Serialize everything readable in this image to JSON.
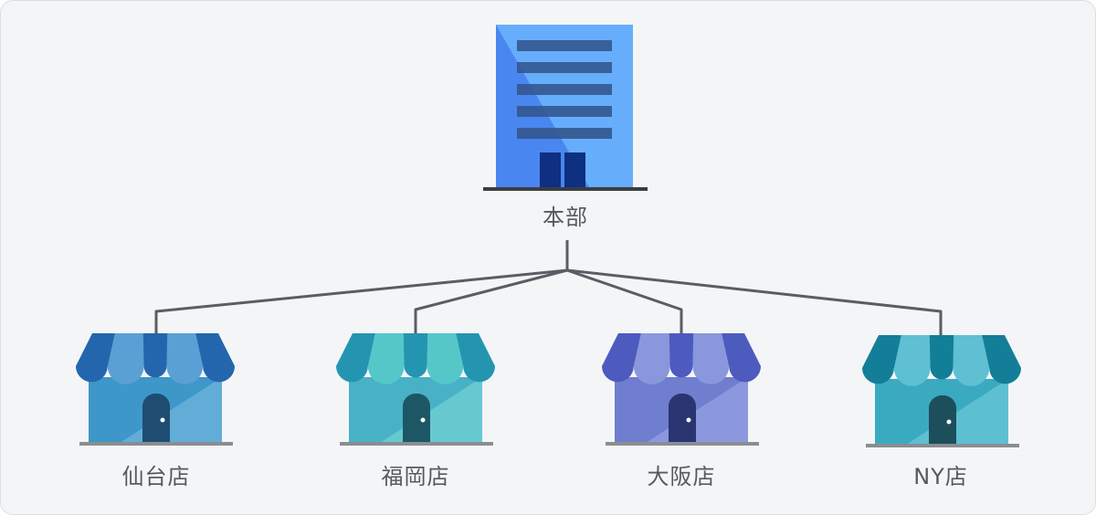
{
  "hq": {
    "label": "本部"
  },
  "stores": [
    {
      "label": "仙台店",
      "colors": {
        "awning_dark": "#2466ad",
        "awning_light": "#5aa0d4",
        "wall": "#3d97c8",
        "wall_light": "#6eb4dc",
        "door": "#1f4d72"
      }
    },
    {
      "label": "福岡店",
      "colors": {
        "awning_dark": "#2495b0",
        "awning_light": "#56c7c9",
        "wall": "#49b1c6",
        "wall_light": "#6fd0d2",
        "door": "#1d5766"
      }
    },
    {
      "label": "大阪店",
      "colors": {
        "awning_dark": "#4c5bbd",
        "awning_light": "#8b97dc",
        "wall": "#6f7ecf",
        "wall_light": "#939fe0",
        "door": "#2a3470"
      }
    },
    {
      "label": "NY店",
      "colors": {
        "awning_dark": "#137e97",
        "awning_light": "#5ec0d2",
        "wall": "#3aaac0",
        "wall_light": "#66c5d4",
        "door": "#1c4e5c"
      }
    }
  ],
  "colors": {
    "background": "#f4f5f7",
    "connector": "#5a5d63",
    "hq_blue": "#4a86f0",
    "hq_blue_light": "#66aefc",
    "hq_window": "#33588f",
    "hq_door": "#0f2f80",
    "ground": "#8a8d92"
  }
}
